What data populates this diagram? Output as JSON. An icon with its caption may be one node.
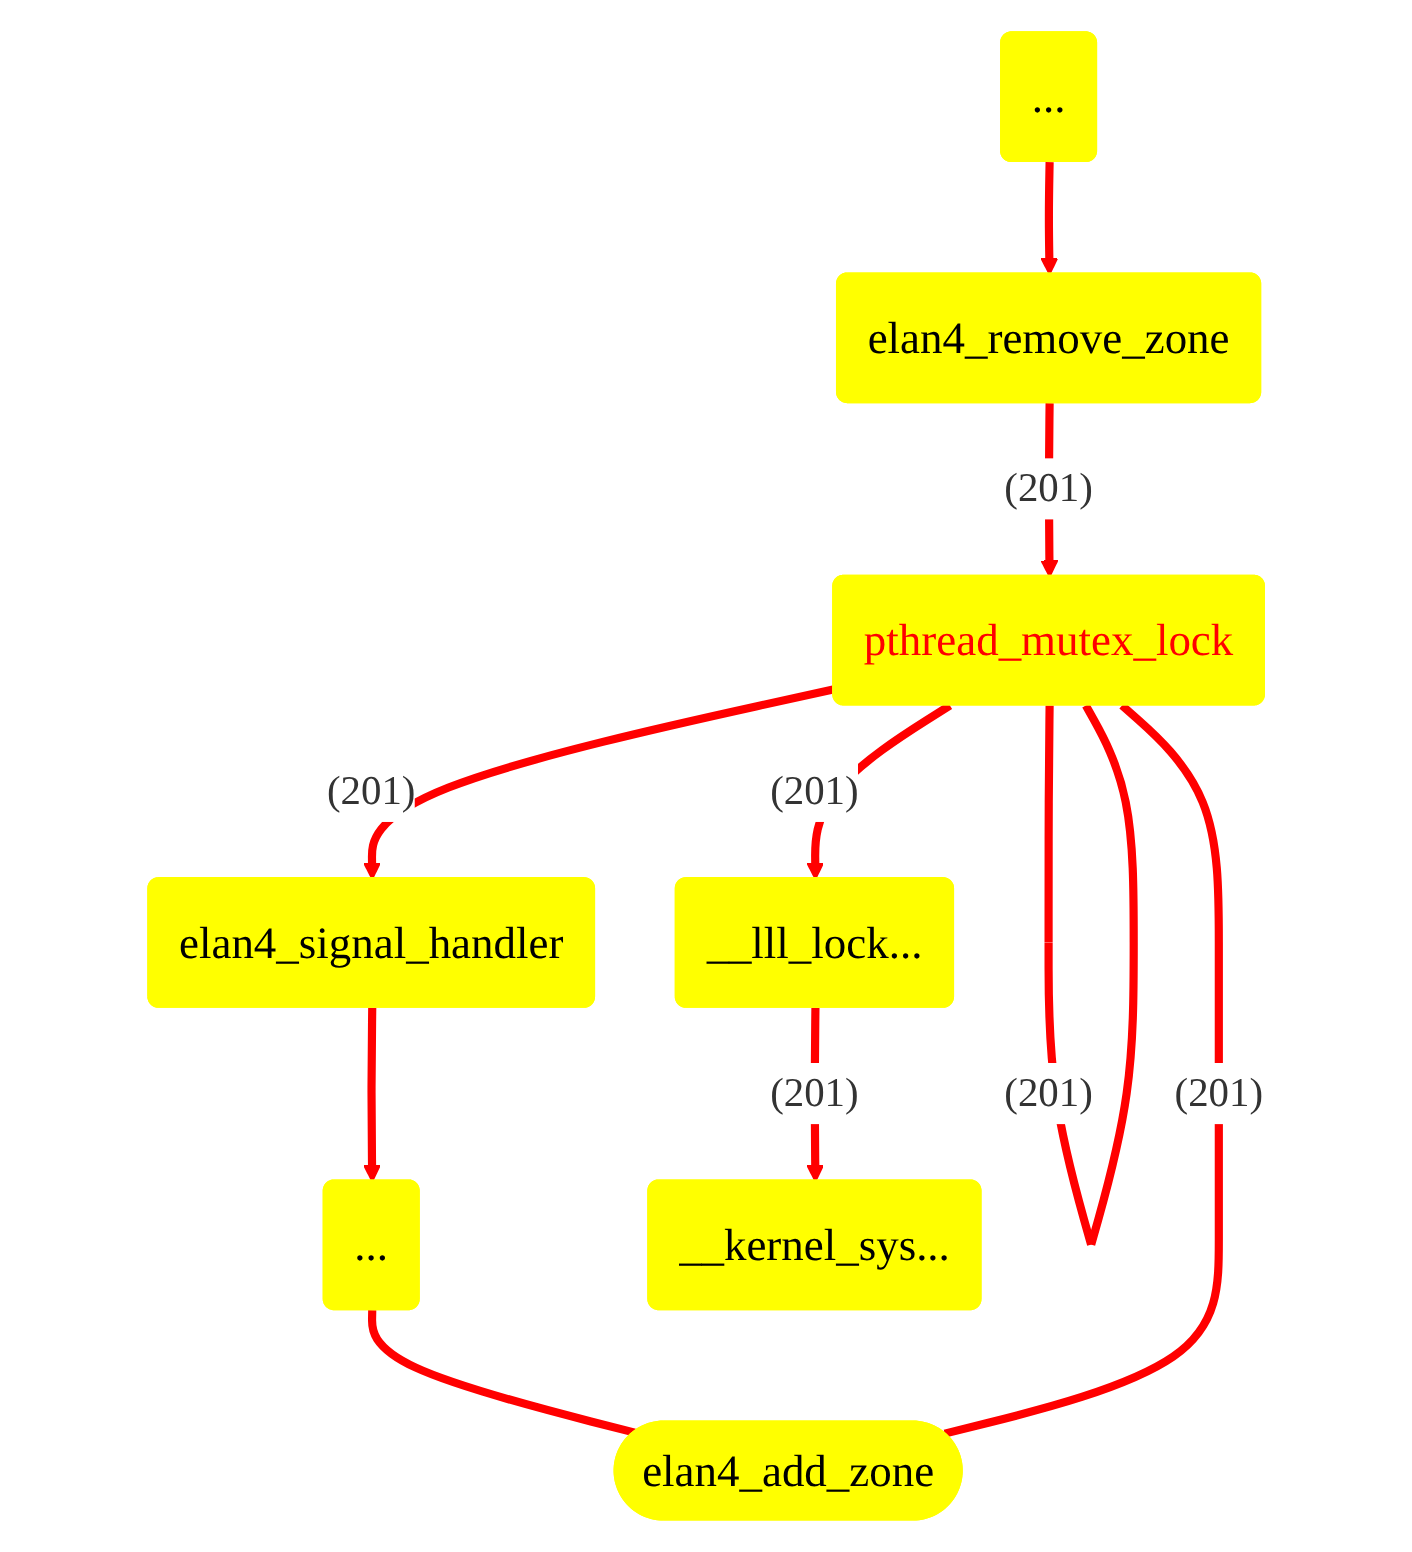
{
  "diagram": {
    "nodes": [
      {
        "text": [
          "..."
        ]
      },
      {
        "text": [
          "elan4_remove_zone"
        ]
      },
      {
        "text": [
          "pthread_mutex_lock"
        ]
      },
      {
        "text": [
          "elan4_signal_handler"
        ]
      },
      {
        "text": [
          "__lll_lock..."
        ]
      },
      {
        "text": [
          "..."
        ]
      },
      {
        "text": [
          "__kernel_sys..."
        ]
      },
      {
        "text": [
          "elan4_add_zone"
        ]
      }
    ],
    "edges": [
      {
        "from": 0,
        "to": 1,
        "arrow": "to"
      },
      {
        "from": 1,
        "to": 2,
        "arrow": "to",
        "label": "(201)"
      },
      {
        "from": 2,
        "to": 2,
        "arrow": "none",
        "label": "(201)"
      },
      {
        "from": 2,
        "to": 3,
        "arrow": "to",
        "label": "(201)"
      },
      {
        "from": 2,
        "to": 4,
        "arrow": "to",
        "label": "(201)"
      },
      {
        "from": 3,
        "to": 5,
        "arrow": "to"
      },
      {
        "from": 4,
        "to": 6,
        "arrow": "to",
        "label": "(201)"
      },
      {
        "from": 5,
        "to": 7,
        "arrow": "none"
      },
      {
        "from": 2,
        "to": 7,
        "arrow": "none",
        "label": "(201)"
      }
    ]
  }
}
